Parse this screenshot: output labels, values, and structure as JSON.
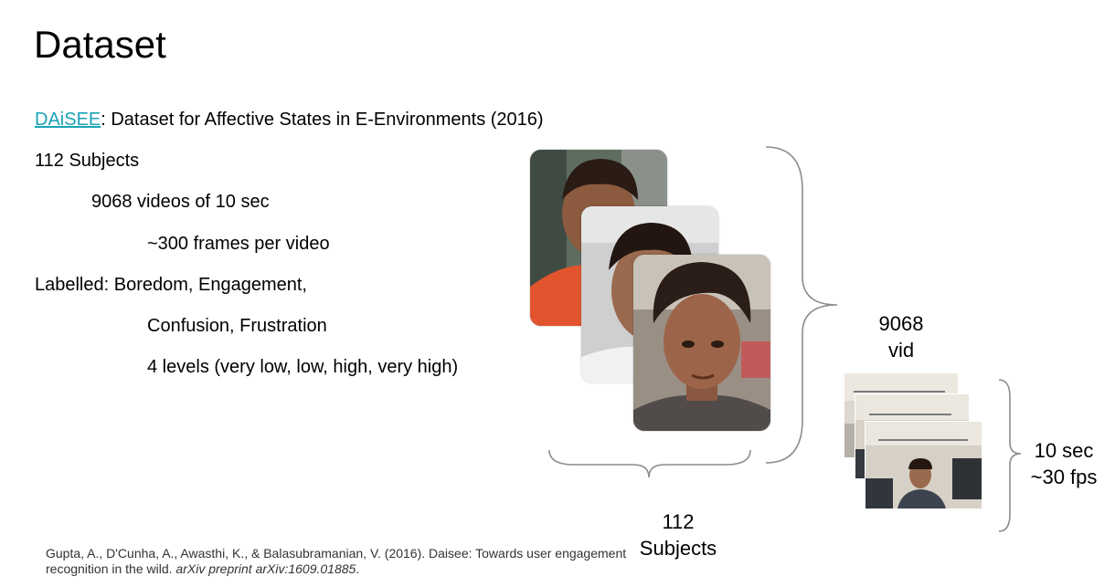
{
  "slide": {
    "title": "Dataset",
    "dataset_link": "DAiSEE",
    "dataset_rest": ": Dataset for Affective States in E-Environments (2016)",
    "subjects_line": "112 Subjects",
    "videos_line": "9068 videos of 10 sec",
    "frames_line": "~300 frames per video",
    "labels_line": "Labelled: Boredom, Engagement,",
    "labels_line2": "Confusion, Frustration",
    "levels_line": "4 levels (very low, low, high, very high)"
  },
  "figure": {
    "videos_count": "9068",
    "videos_unit": "vid",
    "duration": "10 sec",
    "fps": "~30 fps",
    "subjects_count": "112",
    "subjects_unit": "Subjects"
  },
  "reference": {
    "text": "Gupta, A., D'Cunha, A., Awasthi, K., & Balasubramanian, V. (2016). Daisee: Towards user engagement recognition in the wild. ",
    "venue": "arXiv preprint arXiv:1609.01885",
    "end": "."
  },
  "colors": {
    "link": "#1aa3b5",
    "brace": "#8c8c8c"
  }
}
